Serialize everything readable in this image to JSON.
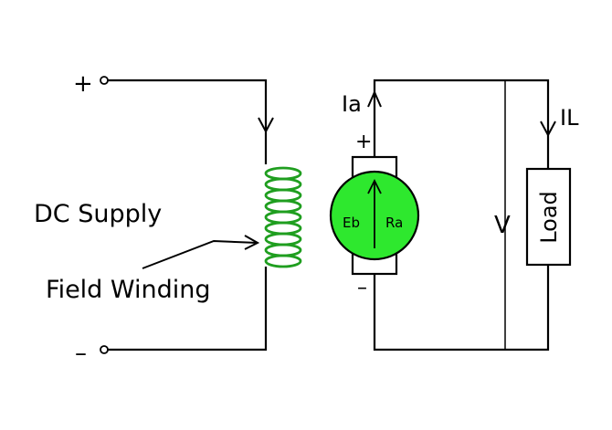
{
  "labels": {
    "supply_positive": "+",
    "supply_negative": "–",
    "dc_supply": "DC Supply",
    "field_winding": "Field Winding",
    "armature_current": "Ia",
    "armature_positive": "+",
    "armature_negative": "–",
    "back_emf": "Eb",
    "armature_resistance": "Ra",
    "terminal_voltage": "V",
    "load_current": "IL",
    "load": "Load"
  },
  "colors": {
    "wire": "#000000",
    "armature_fill": "#2ee82e",
    "field_coil": "#1f9e1f",
    "background": "#ffffff"
  }
}
